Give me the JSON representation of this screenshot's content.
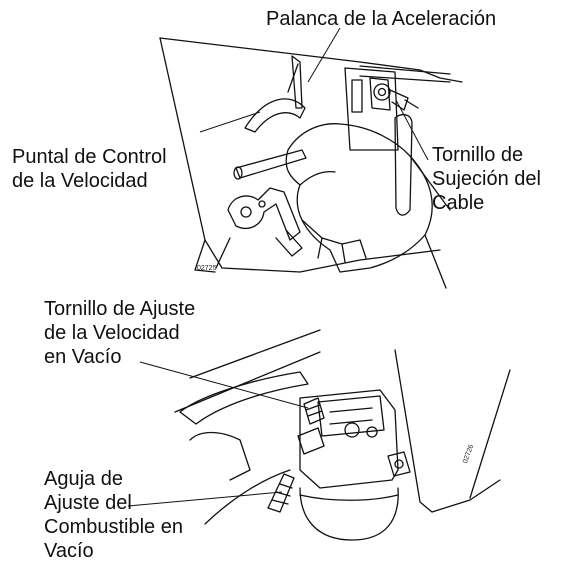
{
  "figure_top": {
    "labels": {
      "palanca": "Palanca de la Aceleración",
      "puntal_line1": "Puntal de Control",
      "puntal_line2": "de la Velocidad",
      "tornillo_line1": "Tornillo de",
      "tornillo_line2": "Sujeción del",
      "tornillo_line3": "Cable"
    },
    "code": "02725"
  },
  "figure_bottom": {
    "labels": {
      "ajuste_line1": "Tornillo de Ajuste",
      "ajuste_line2": "de la Velocidad",
      "ajuste_line3": "en Vacío",
      "aguja_line1": "Aguja de",
      "aguja_line2": "Ajuste del",
      "aguja_line3": "Combustible en",
      "aguja_line4": "Vacío"
    },
    "code": "02726"
  }
}
